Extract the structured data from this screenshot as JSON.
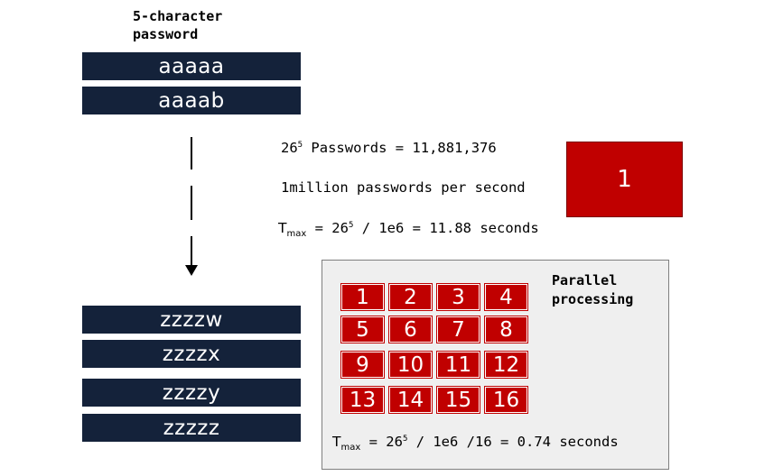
{
  "title": {
    "line1": "5-character",
    "line2": "password"
  },
  "passwords_top": [
    "aaaaa",
    "aaaab"
  ],
  "passwords_bottom": [
    "zzzzw",
    "zzzzx",
    "zzzzy",
    "zzzzz"
  ],
  "info": {
    "line1_base": "26",
    "line1_exp": "5",
    "line1_rest": " Passwords = 11,881,376",
    "line2": "1million passwords per second",
    "line3_T": "T",
    "line3_sub": "max",
    "line3_mid": " = 26",
    "line3_exp": "5",
    "line3_rest": " / 1e6 = 11.88 seconds"
  },
  "single_processor": "1",
  "parallel": {
    "label_line1": "Parallel",
    "label_line2": "processing",
    "cells": [
      "1",
      "2",
      "3",
      "4",
      "5",
      "6",
      "7",
      "8",
      "9",
      "10",
      "11",
      "12",
      "13",
      "14",
      "15",
      "16"
    ],
    "formula_T": "T",
    "formula_sub": "max",
    "formula_mid": " = 26",
    "formula_exp": "5",
    "formula_rest": " / 1e6 /16 = 0.74 seconds"
  },
  "colors": {
    "password_bar": "#14223a",
    "processor": "#c00000",
    "panel": "#efefef"
  }
}
